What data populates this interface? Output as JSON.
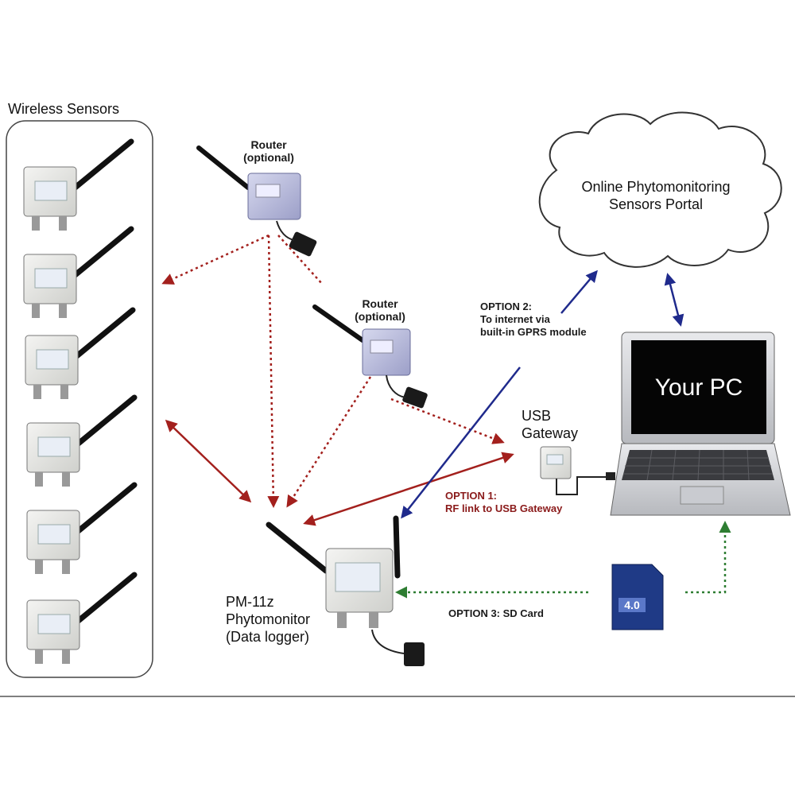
{
  "labels": {
    "wireless_sensors": "Wireless Sensors",
    "router_1": [
      "Router",
      "(optional)"
    ],
    "router_2": [
      "Router",
      "(optional)"
    ],
    "cloud": [
      "Online Phytomonitoring",
      "Sensors Portal"
    ],
    "option2": [
      "OPTION 2:",
      "To internet via",
      "built-in GPRS module"
    ],
    "usb_gateway": [
      "USB",
      "Gateway"
    ],
    "option1": [
      "OPTION 1:",
      "RF link to USB Gateway"
    ],
    "pc_screen": "Your PC",
    "logger": [
      "PM-11z",
      "Phytomonitor",
      "(Data logger)"
    ],
    "option3": "OPTION 3: SD Card",
    "sd_card": "4.0"
  },
  "icons": [
    "antenna-icon",
    "sensor-box-icon",
    "router-box-icon",
    "power-adapter-icon",
    "usb-gateway-icon",
    "laptop-icon",
    "sd-card-icon",
    "cloud-icon"
  ],
  "colors": {
    "rf_link": "#a3201d",
    "internet_link": "#1f2a8c",
    "sd_link": "#2e7d32"
  }
}
